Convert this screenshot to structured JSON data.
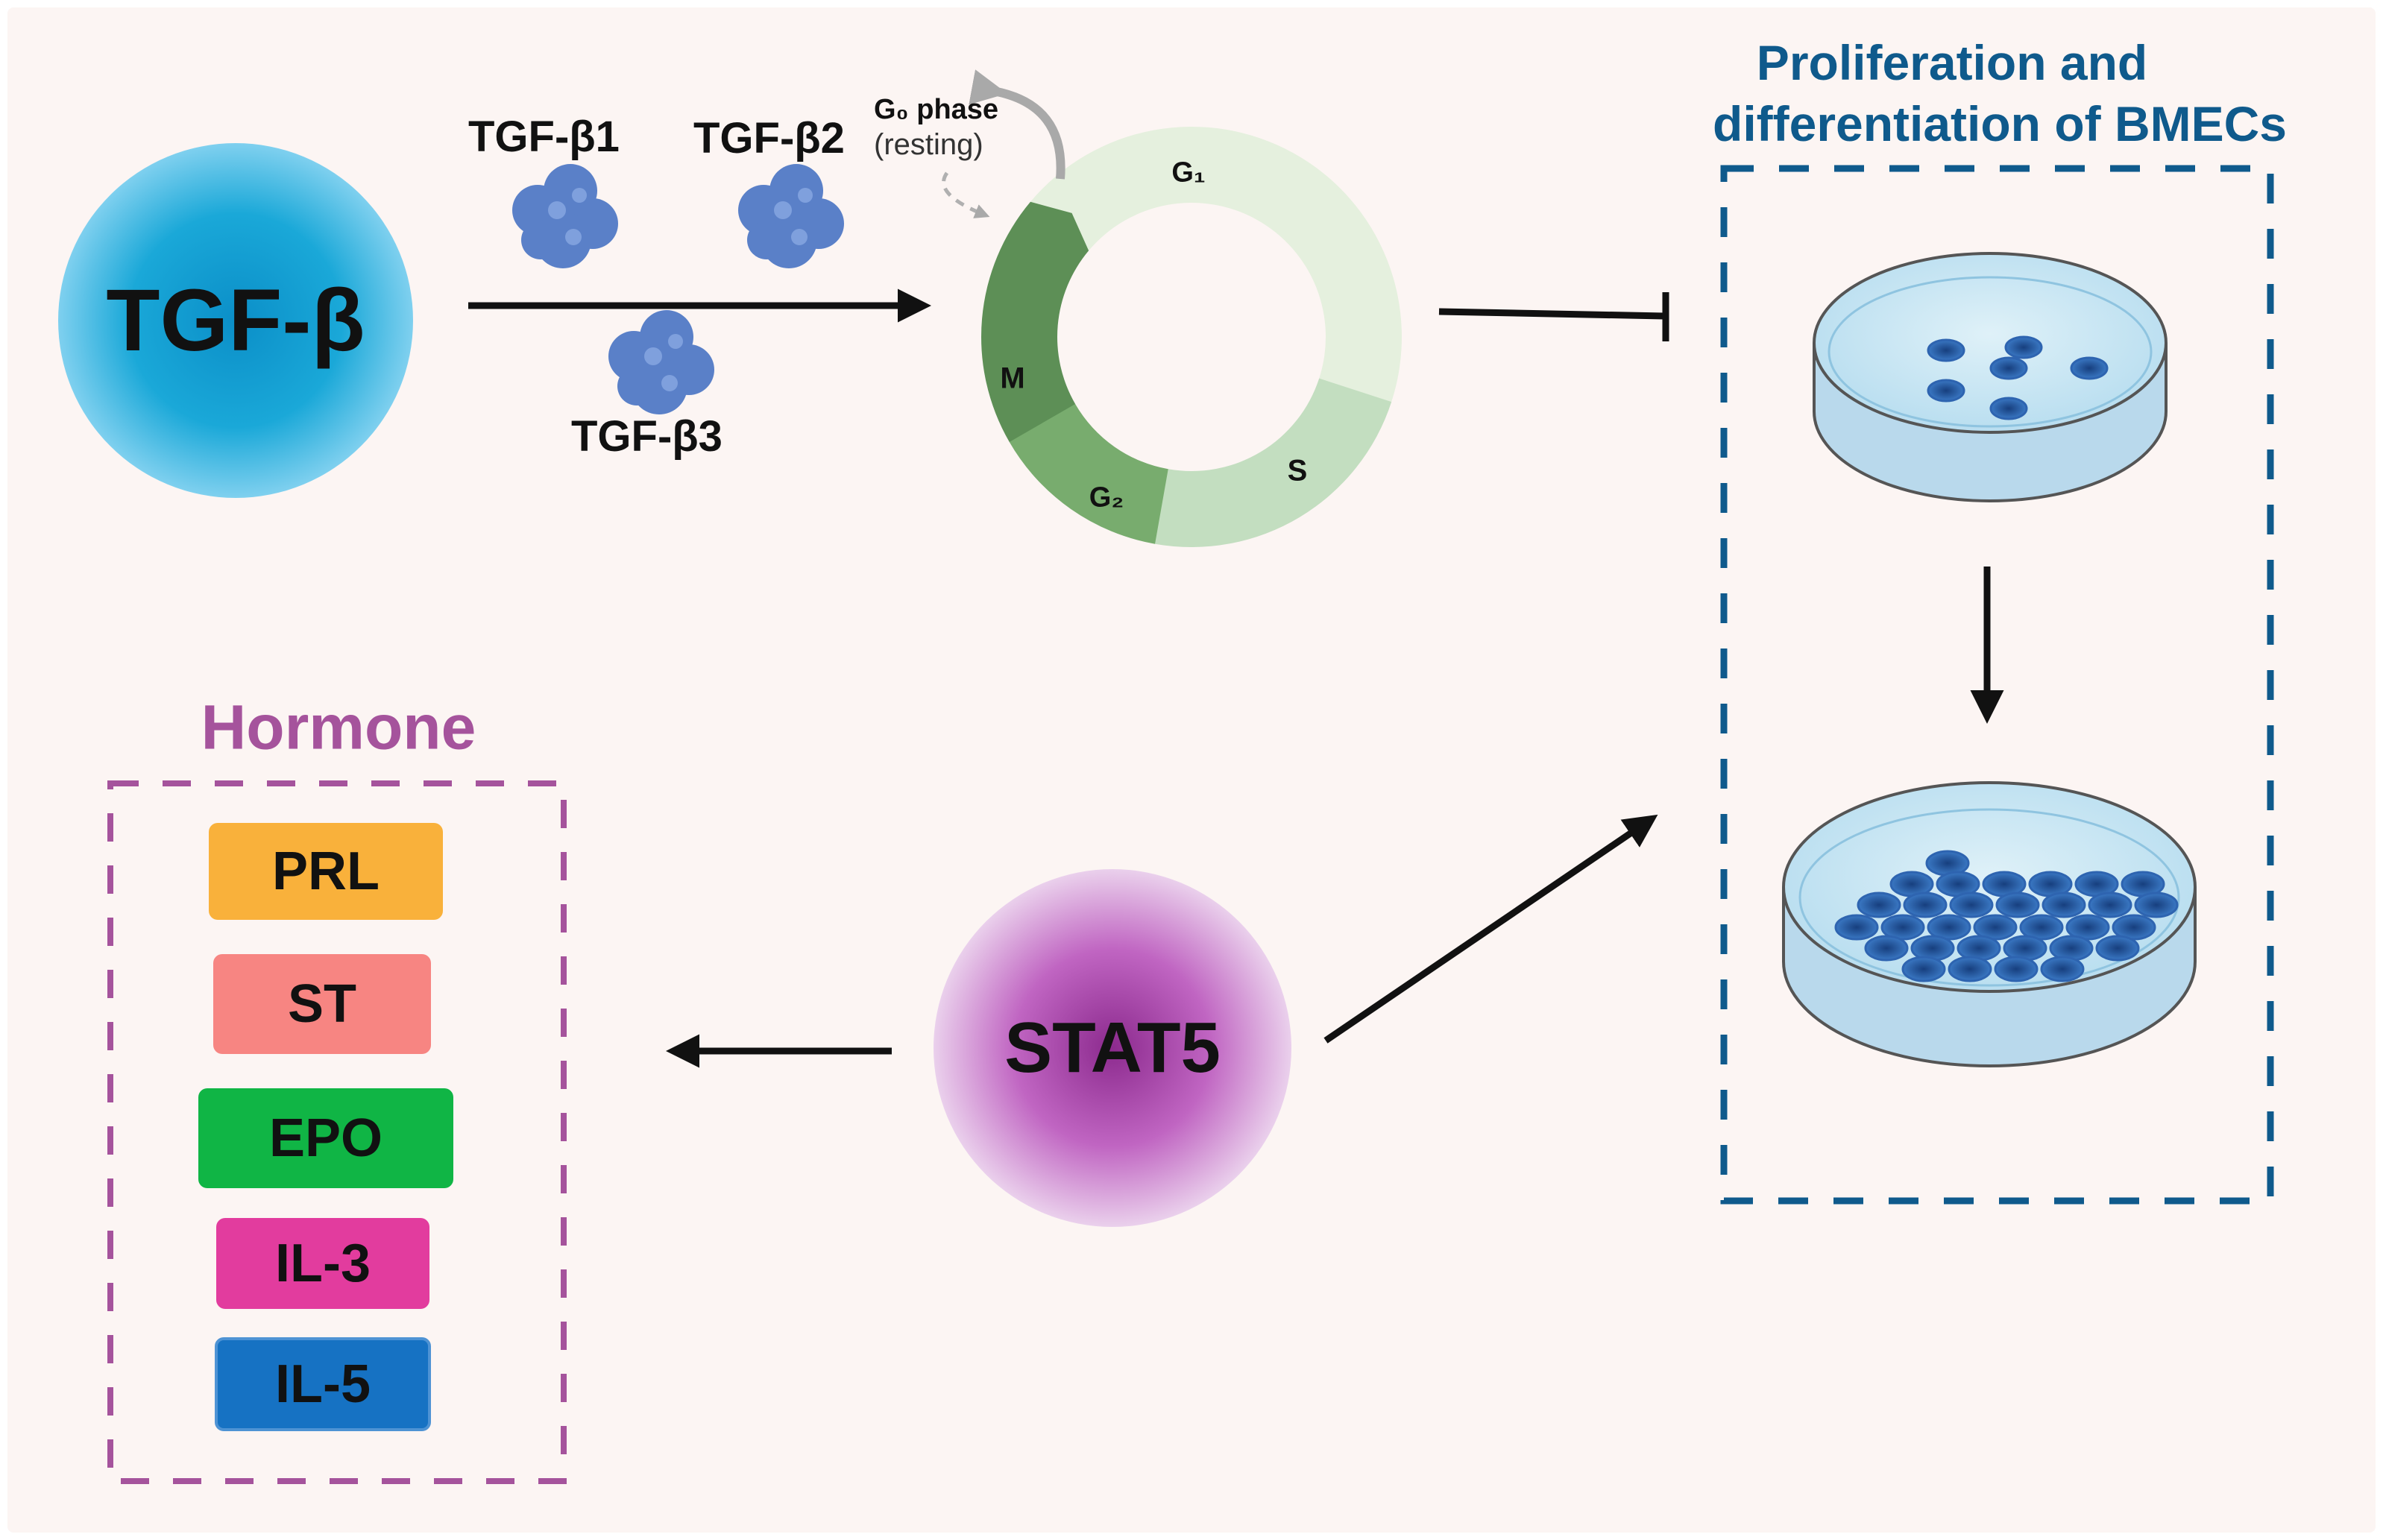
{
  "colors": {
    "background": "#fcf5f3",
    "tgf_circle": "#1aa8d8",
    "stat5_circle": "#b248b4",
    "hormone_accent": "#a5539c",
    "bmec_accent": "#0f5a8c",
    "arrow": "#111111",
    "cycle_light": "#e5f0de",
    "cycle_mid": "#c3dec0",
    "cycle_dark": "#5d8f56",
    "cycle_g2": "#78ac6e",
    "protein": "#5a80c8",
    "cell": "#2e64b0"
  },
  "tgf": {
    "label": "TGF-β",
    "isoforms": [
      "TGF-β1",
      "TGF-β2",
      "TGF-β3"
    ]
  },
  "cell_cycle": {
    "g0_label": "G₀ phase",
    "g0_note": "(resting)",
    "phases": [
      {
        "label": "G₁",
        "color_key": "cycle_light"
      },
      {
        "label": "S",
        "color_key": "cycle_mid"
      },
      {
        "label": "G₂",
        "color_key": "cycle_g2"
      },
      {
        "label": "M",
        "color_key": "cycle_dark"
      }
    ]
  },
  "bmec": {
    "title_line1": "Proliferation and",
    "title_line2": "differentiation of BMECs"
  },
  "hormone": {
    "title": "Hormone",
    "items": [
      {
        "label": "PRL",
        "color": "#f9b13b"
      },
      {
        "label": "ST",
        "color": "#f78582"
      },
      {
        "label": "EPO",
        "color": "#10b545"
      },
      {
        "label": "IL-3",
        "color": "#e23c9e"
      },
      {
        "label": "IL-5",
        "color": "#1672c3"
      }
    ]
  },
  "stat5": {
    "label": "STAT5"
  }
}
